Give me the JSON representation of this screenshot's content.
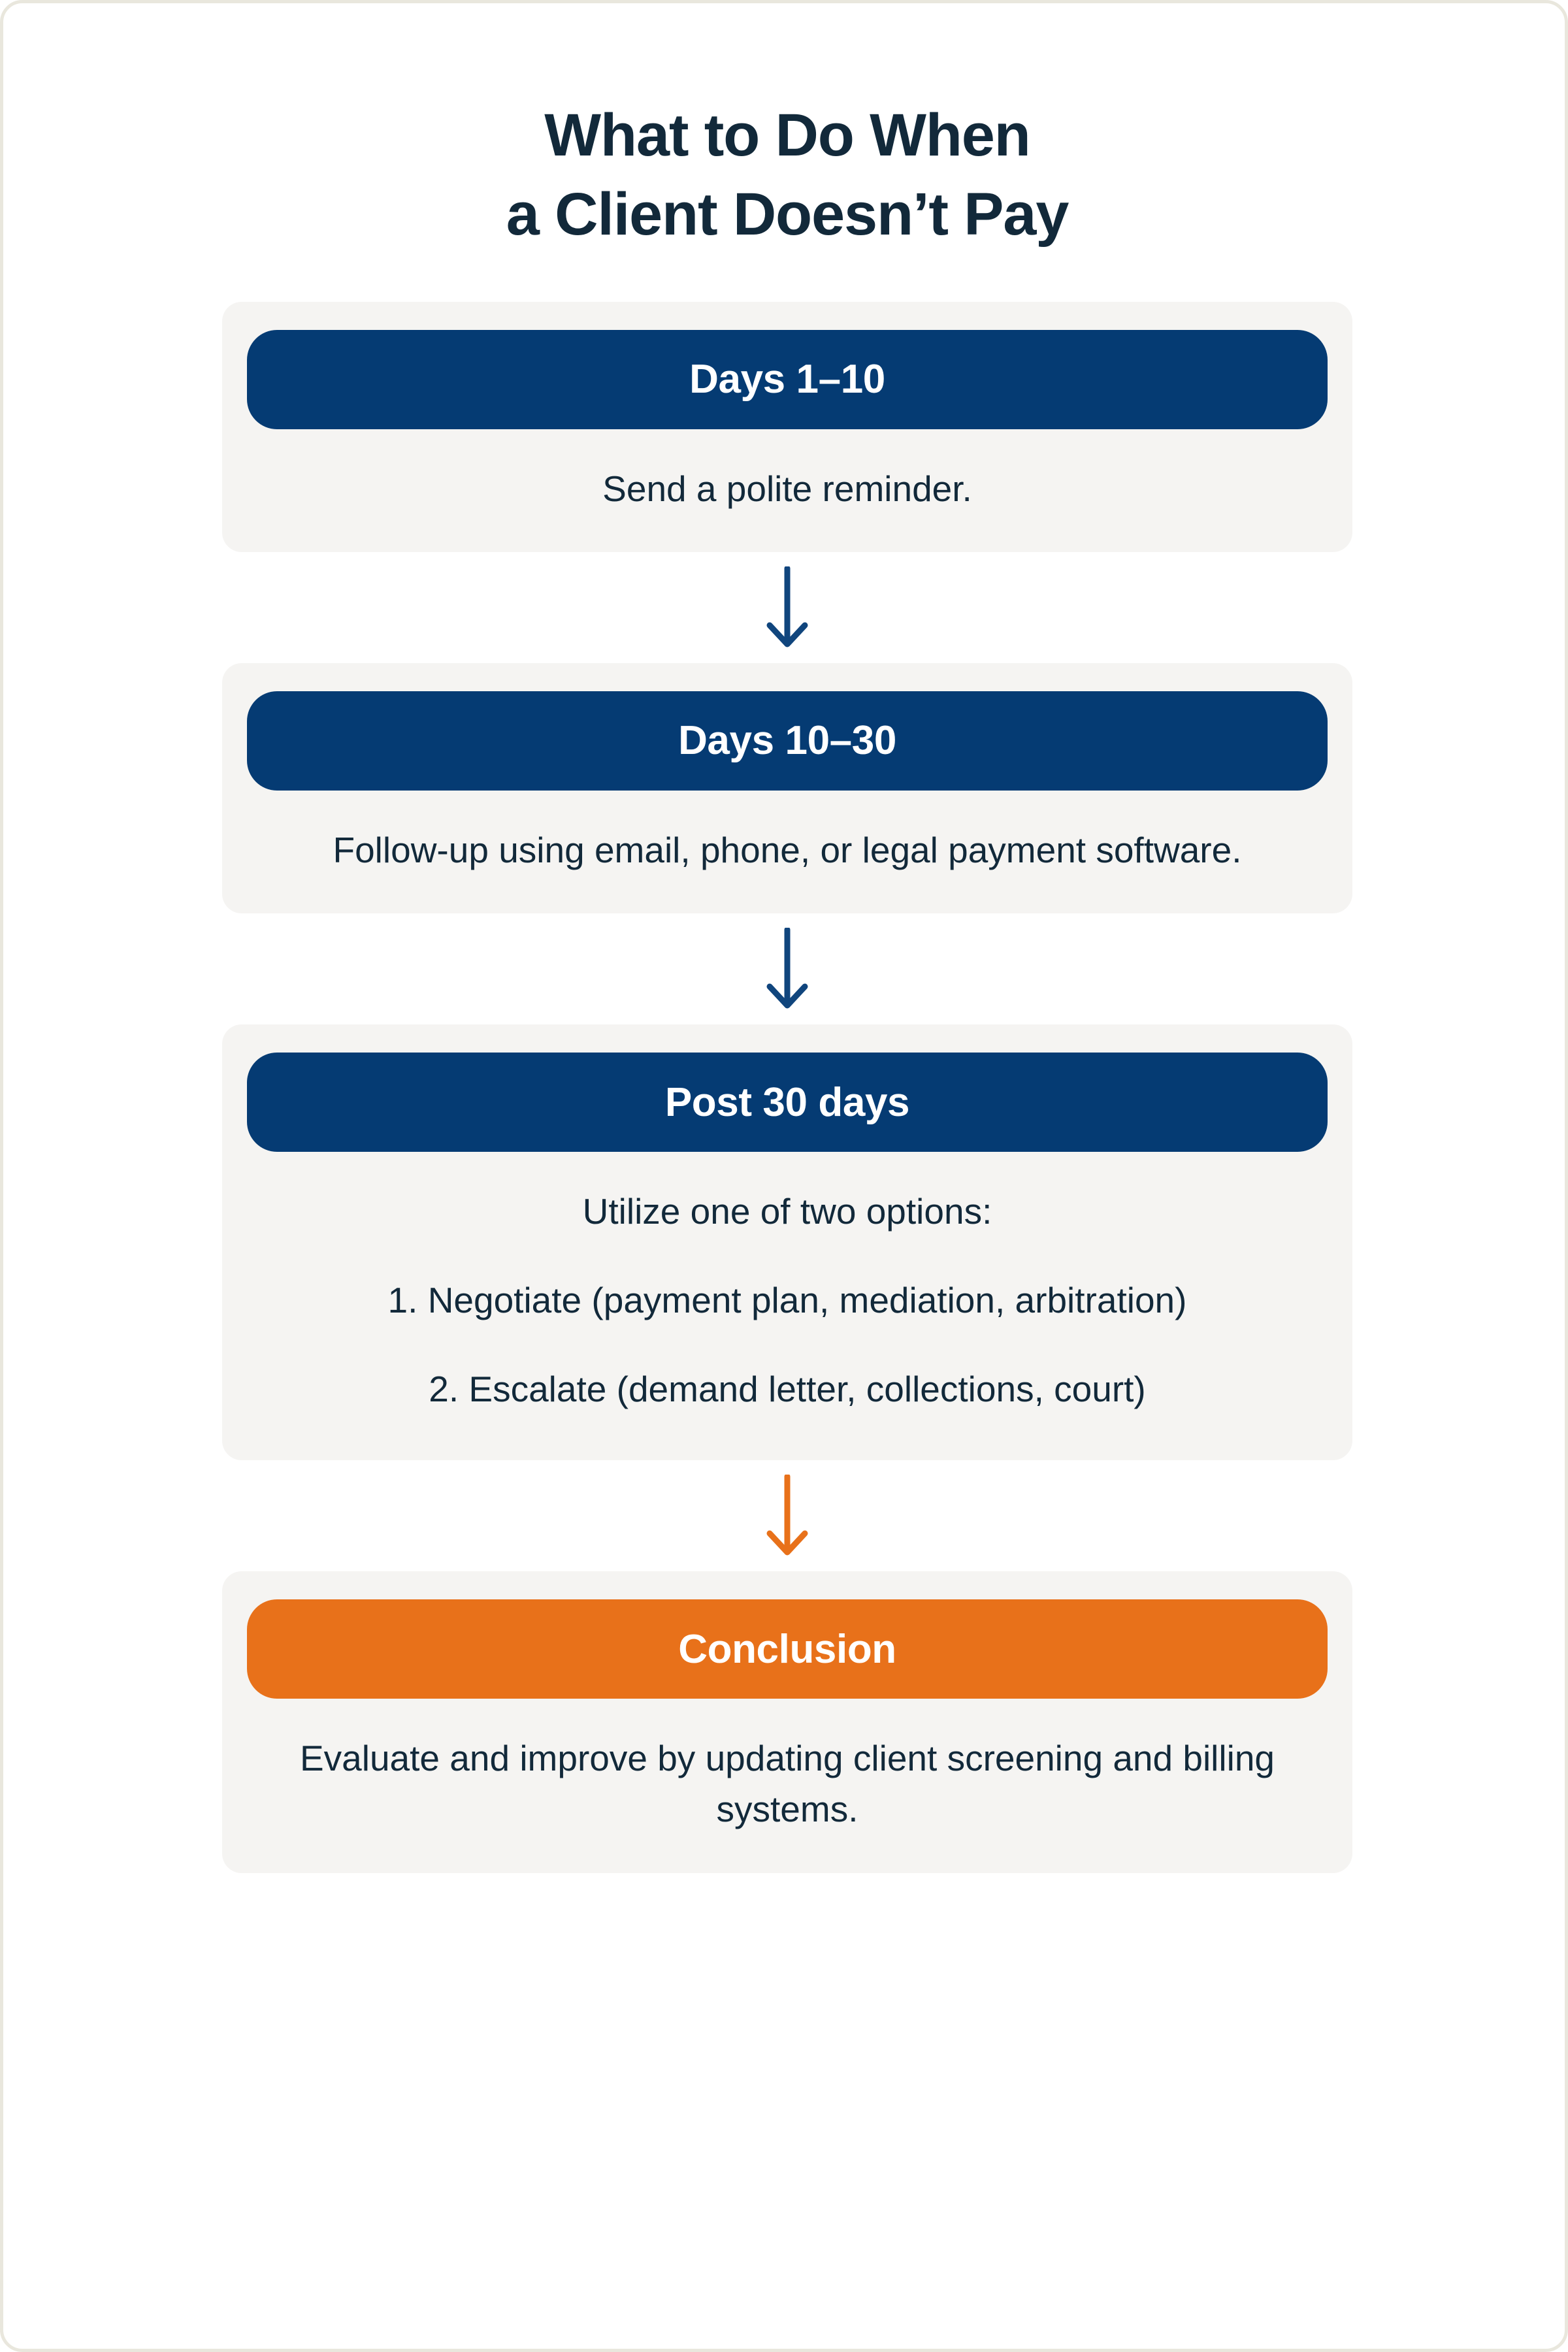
{
  "page": {
    "background_color": "#ffffff",
    "border_color": "#e9e7dd"
  },
  "title": {
    "line1": "What to Do When",
    "line2": "a Client Doesn’t Pay",
    "color": "#12293a"
  },
  "colors": {
    "navy": "#053b73",
    "orange": "#e8711a",
    "card_background": "#f5f4f2",
    "text": "#12293a",
    "header_text": "#ffffff"
  },
  "steps": [
    {
      "header_label": "Days 1–10",
      "header_color": "#053b73",
      "body_lines": [
        "Send a polite reminder."
      ]
    },
    {
      "header_label": "Days 10–30",
      "header_color": "#053b73",
      "body_lines": [
        "Follow-up using email, phone, or legal payment software."
      ]
    },
    {
      "header_label": "Post 30 days",
      "header_color": "#053b73",
      "body_lines": [
        "Utilize one of two options:",
        "1. Negotiate (payment plan, mediation, arbitration)",
        "2. Escalate (demand letter, collections, court)"
      ]
    },
    {
      "header_label": "Conclusion",
      "header_color": "#e8711a",
      "body_lines": [
        "Evaluate and improve by updating client screening and billing systems."
      ]
    }
  ],
  "connectors": [
    {
      "icon": "arrow-down-icon",
      "color": "#10457d"
    },
    {
      "icon": "arrow-down-icon",
      "color": "#10457d"
    },
    {
      "icon": "arrow-down-icon",
      "color": "#e8711a"
    }
  ]
}
